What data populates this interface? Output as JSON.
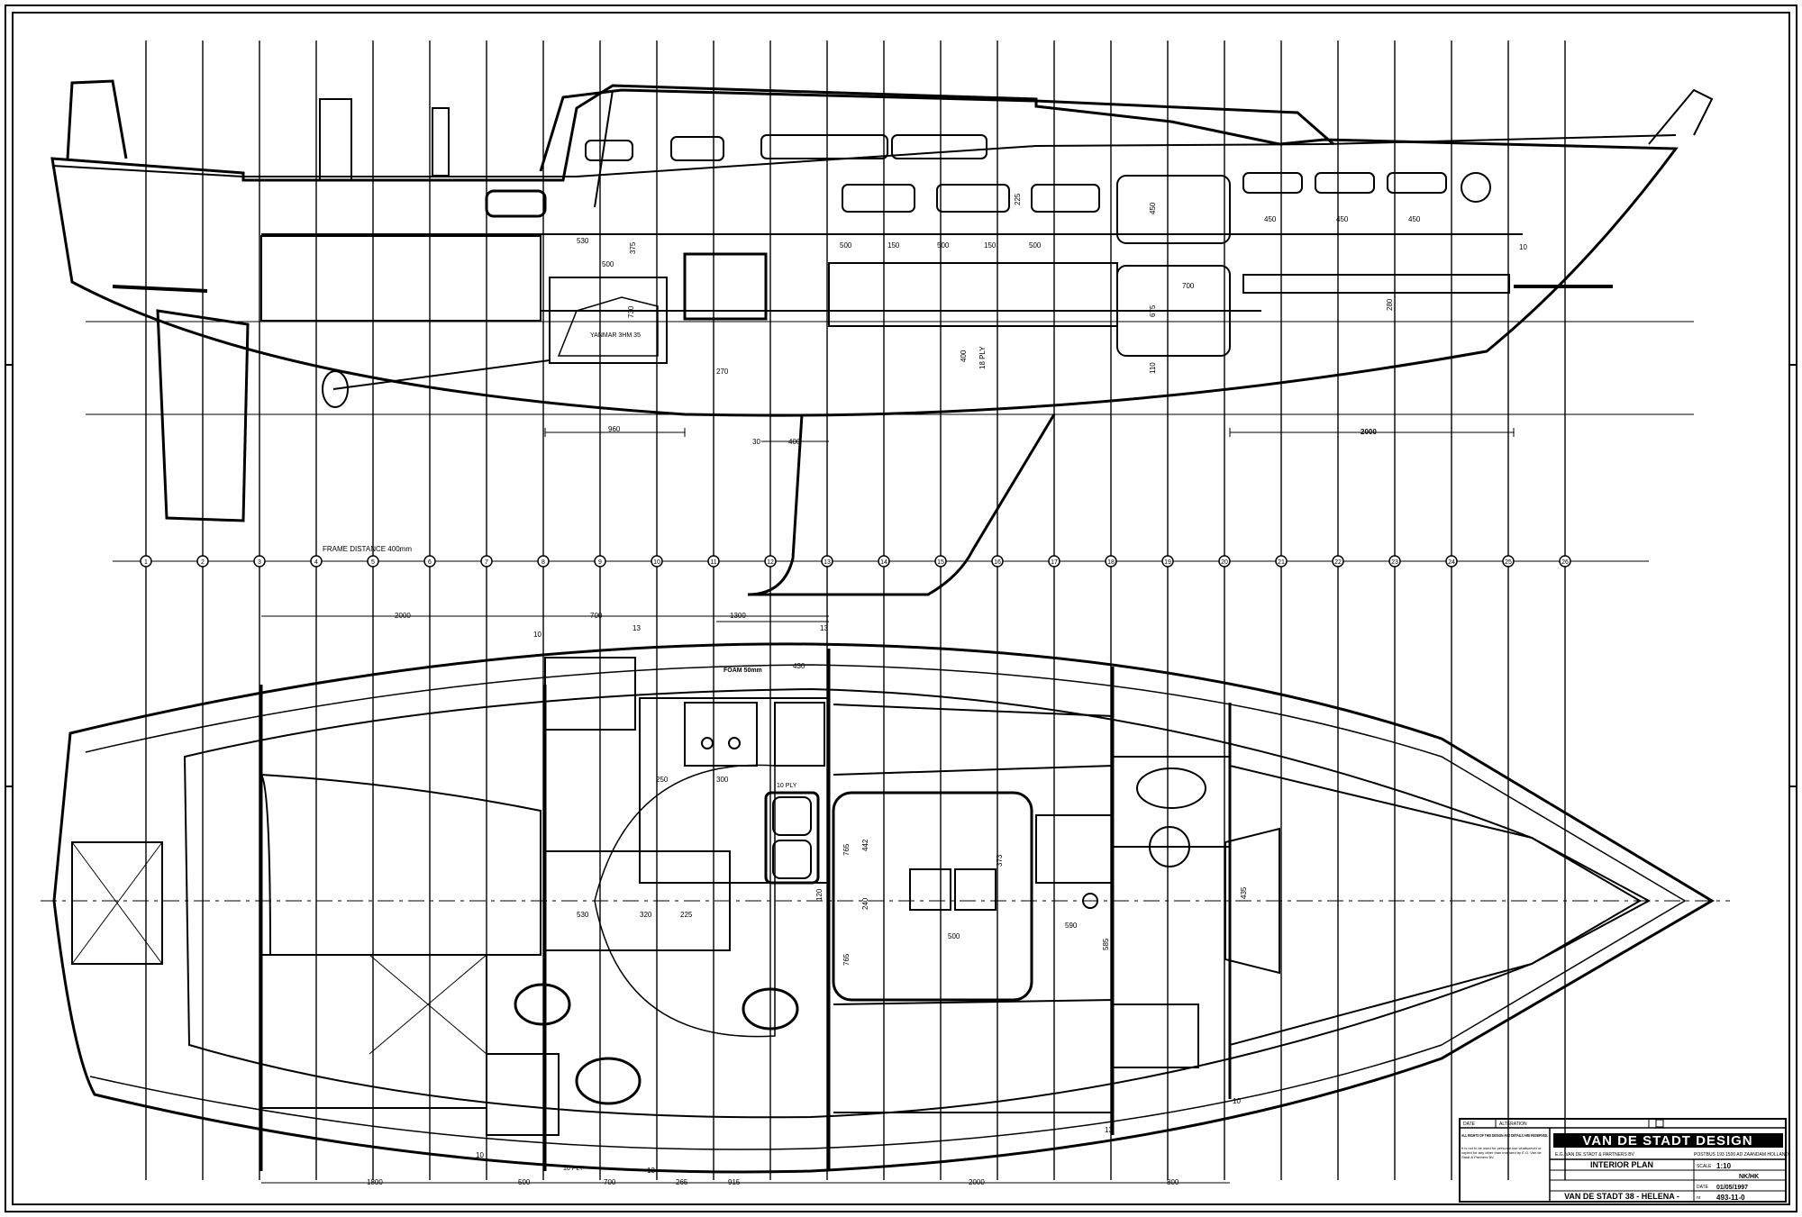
{
  "sheet": {
    "frame_distance_label": "FRAME DISTANCE 400mm",
    "frame_numbers": [
      "1",
      "2",
      "3",
      "4",
      "5",
      "6",
      "7",
      "8",
      "9",
      "10",
      "11",
      "12",
      "13",
      "14",
      "15",
      "16",
      "17",
      "18",
      "19",
      "20",
      "21",
      "22",
      "23",
      "24",
      "25",
      "26"
    ],
    "colors": {
      "ink": "#000000",
      "paper": "#ffffff"
    }
  },
  "profile_view": {
    "engine_label": "YANMAR 3HM 35",
    "ply_label": "18 PLY",
    "dims": {
      "d530": "530",
      "d375": "375",
      "d500a": "500",
      "d730": "730",
      "d270": "270",
      "d960": "960",
      "d30": "30",
      "d400": "400",
      "d150a": "150",
      "d500b": "500",
      "d150b": "150",
      "d500c": "500",
      "d225": "225",
      "d450": "450",
      "d700": "700",
      "d675": "675",
      "d110": "110",
      "d2000": "2000",
      "d400b": "400",
      "d450b": "450",
      "d450c": "450",
      "d450d": "450",
      "d280": "280",
      "d10": "10"
    }
  },
  "plan_view": {
    "foam_label": "FOAM 50mm",
    "ply_label_a": "10 PLY",
    "ply_label_b": "10 PLY",
    "dims_top": {
      "d2000": "2000",
      "d700": "700",
      "d1300": "1300",
      "d430": "430"
    },
    "dims_bottom": {
      "d1800": "1800",
      "d500": "500",
      "d700": "700",
      "d265": "265",
      "d915": "915",
      "d2000": "2000",
      "d800": "800"
    },
    "dims_inner": {
      "d530": "530",
      "d320": "320",
      "d225": "225",
      "d250": "250",
      "d300": "300",
      "d765a": "765",
      "d442": "442",
      "d240": "240",
      "d500": "500",
      "d373": "373",
      "d765b": "765",
      "d590": "590",
      "d585": "585",
      "d120": "120",
      "d435": "435"
    },
    "section_marks": {
      "s10a": "10",
      "s13a": "13",
      "s13b": "13",
      "s10b": "10",
      "s13c": "13",
      "s13d": "13",
      "s10c": "10"
    }
  },
  "title_block": {
    "rights_heading": "ALL RIGHTS OF THIS DESIGN AND DETAILS ARE RESERVED.",
    "rights_body": "It is not to be used for personal use whatsoever or copied for any other than intended by E.G. Van de Stadt & Partners BV.",
    "company": "VAN DE STADT DESIGN",
    "company_sub": "E.G. VAN DE STADT & PARTNERS BV",
    "address": "POSTBUS 193  1500 AD ZAANDAM  HOLLAND",
    "drawing_title": "INTERIOR PLAN",
    "scale_label": "SCALE",
    "scale_value": "1:10",
    "drawn_by": "NK/HK",
    "date_label": "DATE",
    "date_value": "01/05/1997",
    "project": "VAN DE STADT 38 - HELENA -",
    "drawing_number_label": "nr",
    "drawing_number": "493-11-0",
    "date_small_label": "DATE",
    "alteration_label": "ALTERATION"
  }
}
